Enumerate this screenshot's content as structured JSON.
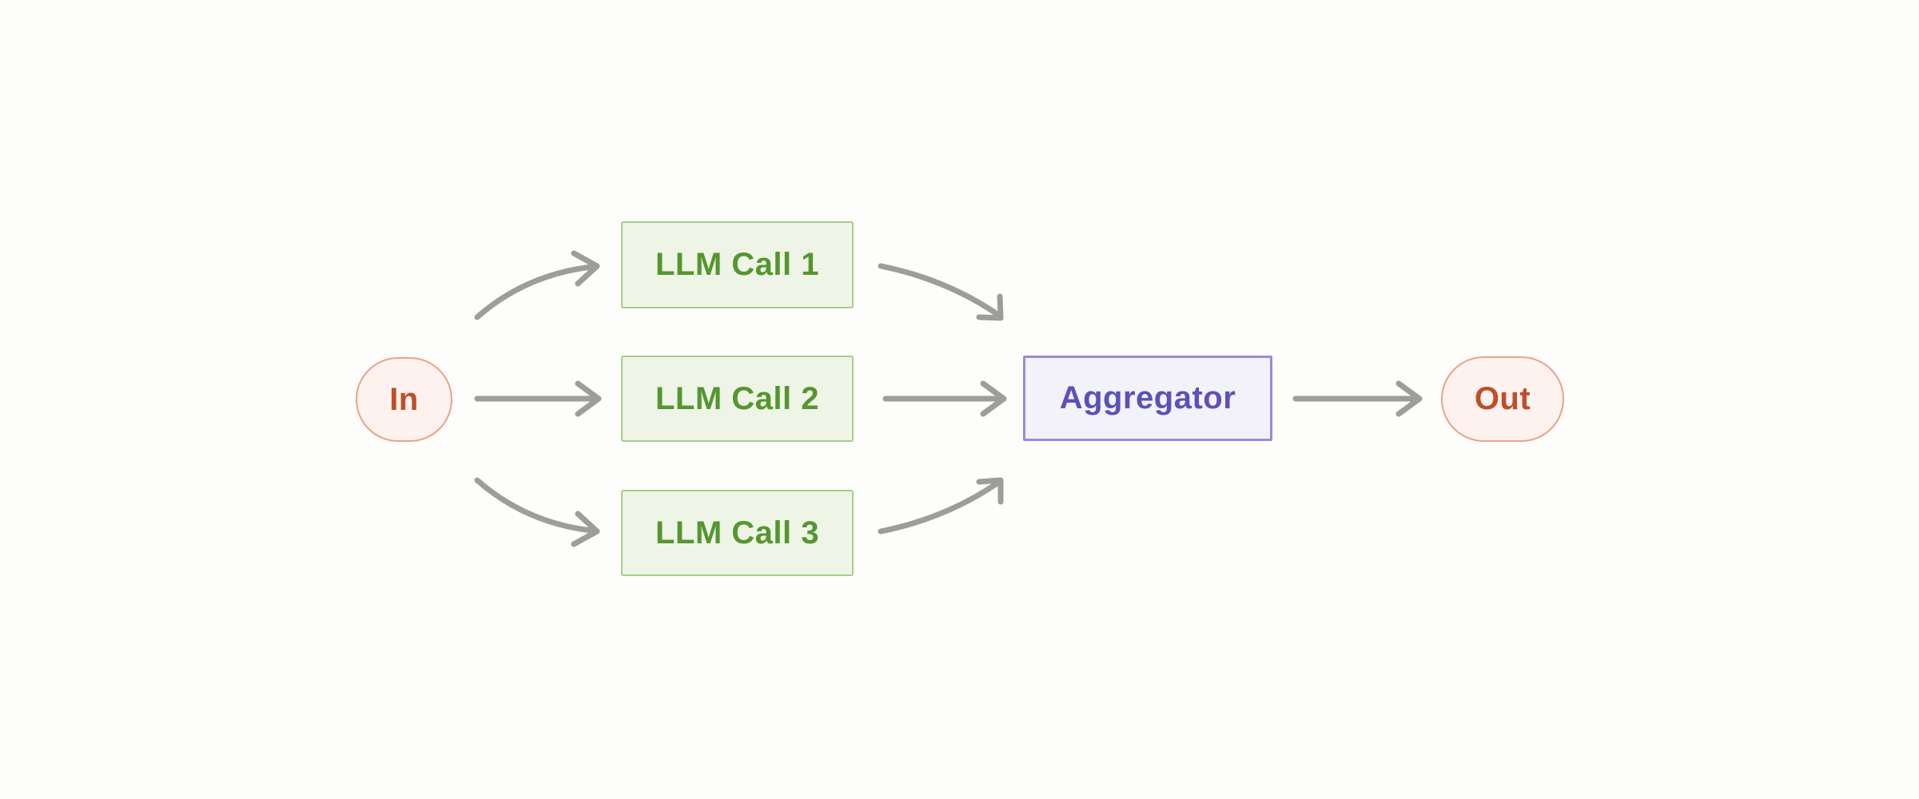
{
  "diagram": {
    "type": "flow-diagram",
    "description": "Parallelization workflow: input fans out to three parallel LLM calls whose results are combined by an aggregator into one output",
    "nodes": {
      "input": {
        "label": "In",
        "shape": "pill",
        "role": "input"
      },
      "llm_call_1": {
        "label": "LLM Call 1",
        "shape": "rectangle",
        "role": "process"
      },
      "llm_call_2": {
        "label": "LLM Call 2",
        "shape": "rectangle",
        "role": "process"
      },
      "llm_call_3": {
        "label": "LLM Call 3",
        "shape": "rectangle",
        "role": "process"
      },
      "aggregator": {
        "label": "Aggregator",
        "shape": "rectangle",
        "role": "combiner"
      },
      "output": {
        "label": "Out",
        "shape": "pill",
        "role": "output"
      }
    },
    "edges": [
      {
        "from": "In",
        "to": "LLM Call 1",
        "style": "curved"
      },
      {
        "from": "In",
        "to": "LLM Call 2",
        "style": "straight"
      },
      {
        "from": "In",
        "to": "LLM Call 3",
        "style": "curved"
      },
      {
        "from": "LLM Call 1",
        "to": "Aggregator",
        "style": "curved"
      },
      {
        "from": "LLM Call 2",
        "to": "Aggregator",
        "style": "straight"
      },
      {
        "from": "LLM Call 3",
        "to": "Aggregator",
        "style": "curved"
      },
      {
        "from": "Aggregator",
        "to": "Out",
        "style": "straight"
      }
    ],
    "colors": {
      "background": "#fdfdfc",
      "arrow": "#9e9d99",
      "terminal_fill": "#fdf2ee",
      "terminal_border": "#eca285",
      "terminal_text": "#c04e2a",
      "llm_fill": "#eef5e7",
      "llm_border": "#a6cd89",
      "llm_text": "#55962f",
      "aggregator_fill": "#f3f2fb",
      "aggregator_border": "#948dda",
      "aggregator_text": "#5b51b8"
    }
  }
}
